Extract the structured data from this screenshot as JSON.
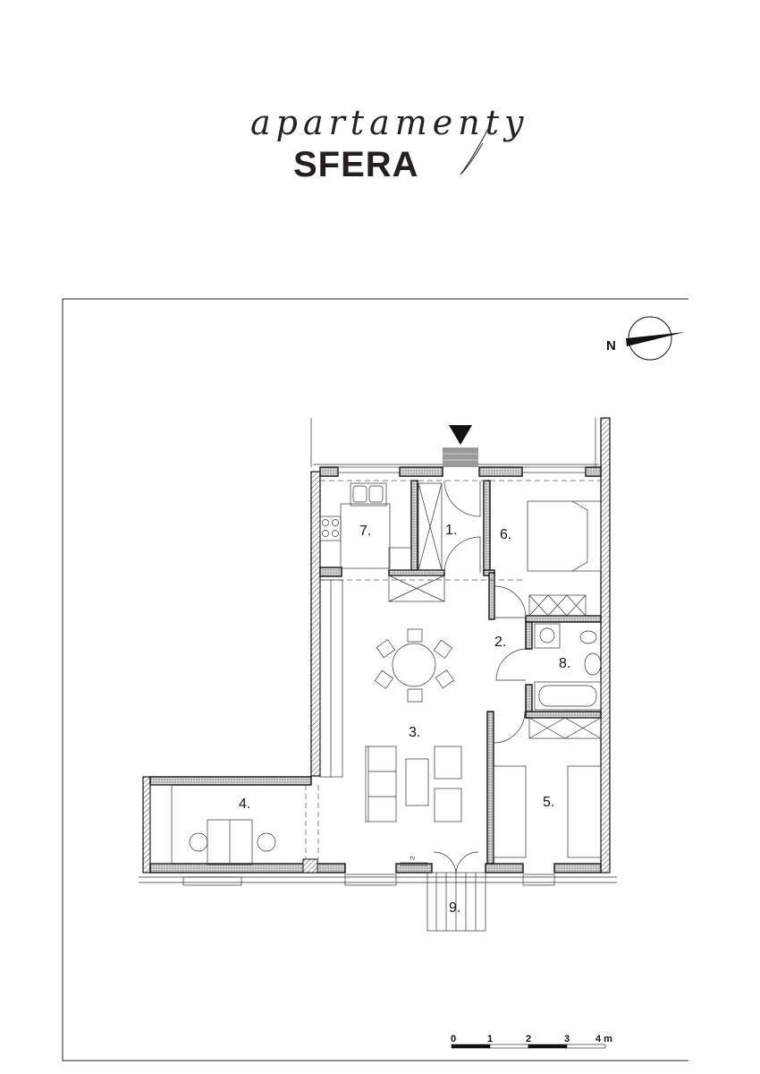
{
  "logo": {
    "script": "apartamenty",
    "name": "SFERA"
  },
  "compass": {
    "north_label": "N",
    "icon": "north-arrow-icon"
  },
  "rooms": [
    {
      "number": "1."
    },
    {
      "number": "2."
    },
    {
      "number": "3."
    },
    {
      "number": "4."
    },
    {
      "number": "5."
    },
    {
      "number": "6."
    },
    {
      "number": "7."
    },
    {
      "number": "8."
    },
    {
      "number": "9."
    }
  ],
  "tv_label": "TV",
  "scale_bar": {
    "labels": [
      "0",
      "1",
      "2",
      "3",
      "4 m"
    ]
  },
  "colors": {
    "line": "#111111",
    "entrance_stair": "#9a9a9a"
  }
}
